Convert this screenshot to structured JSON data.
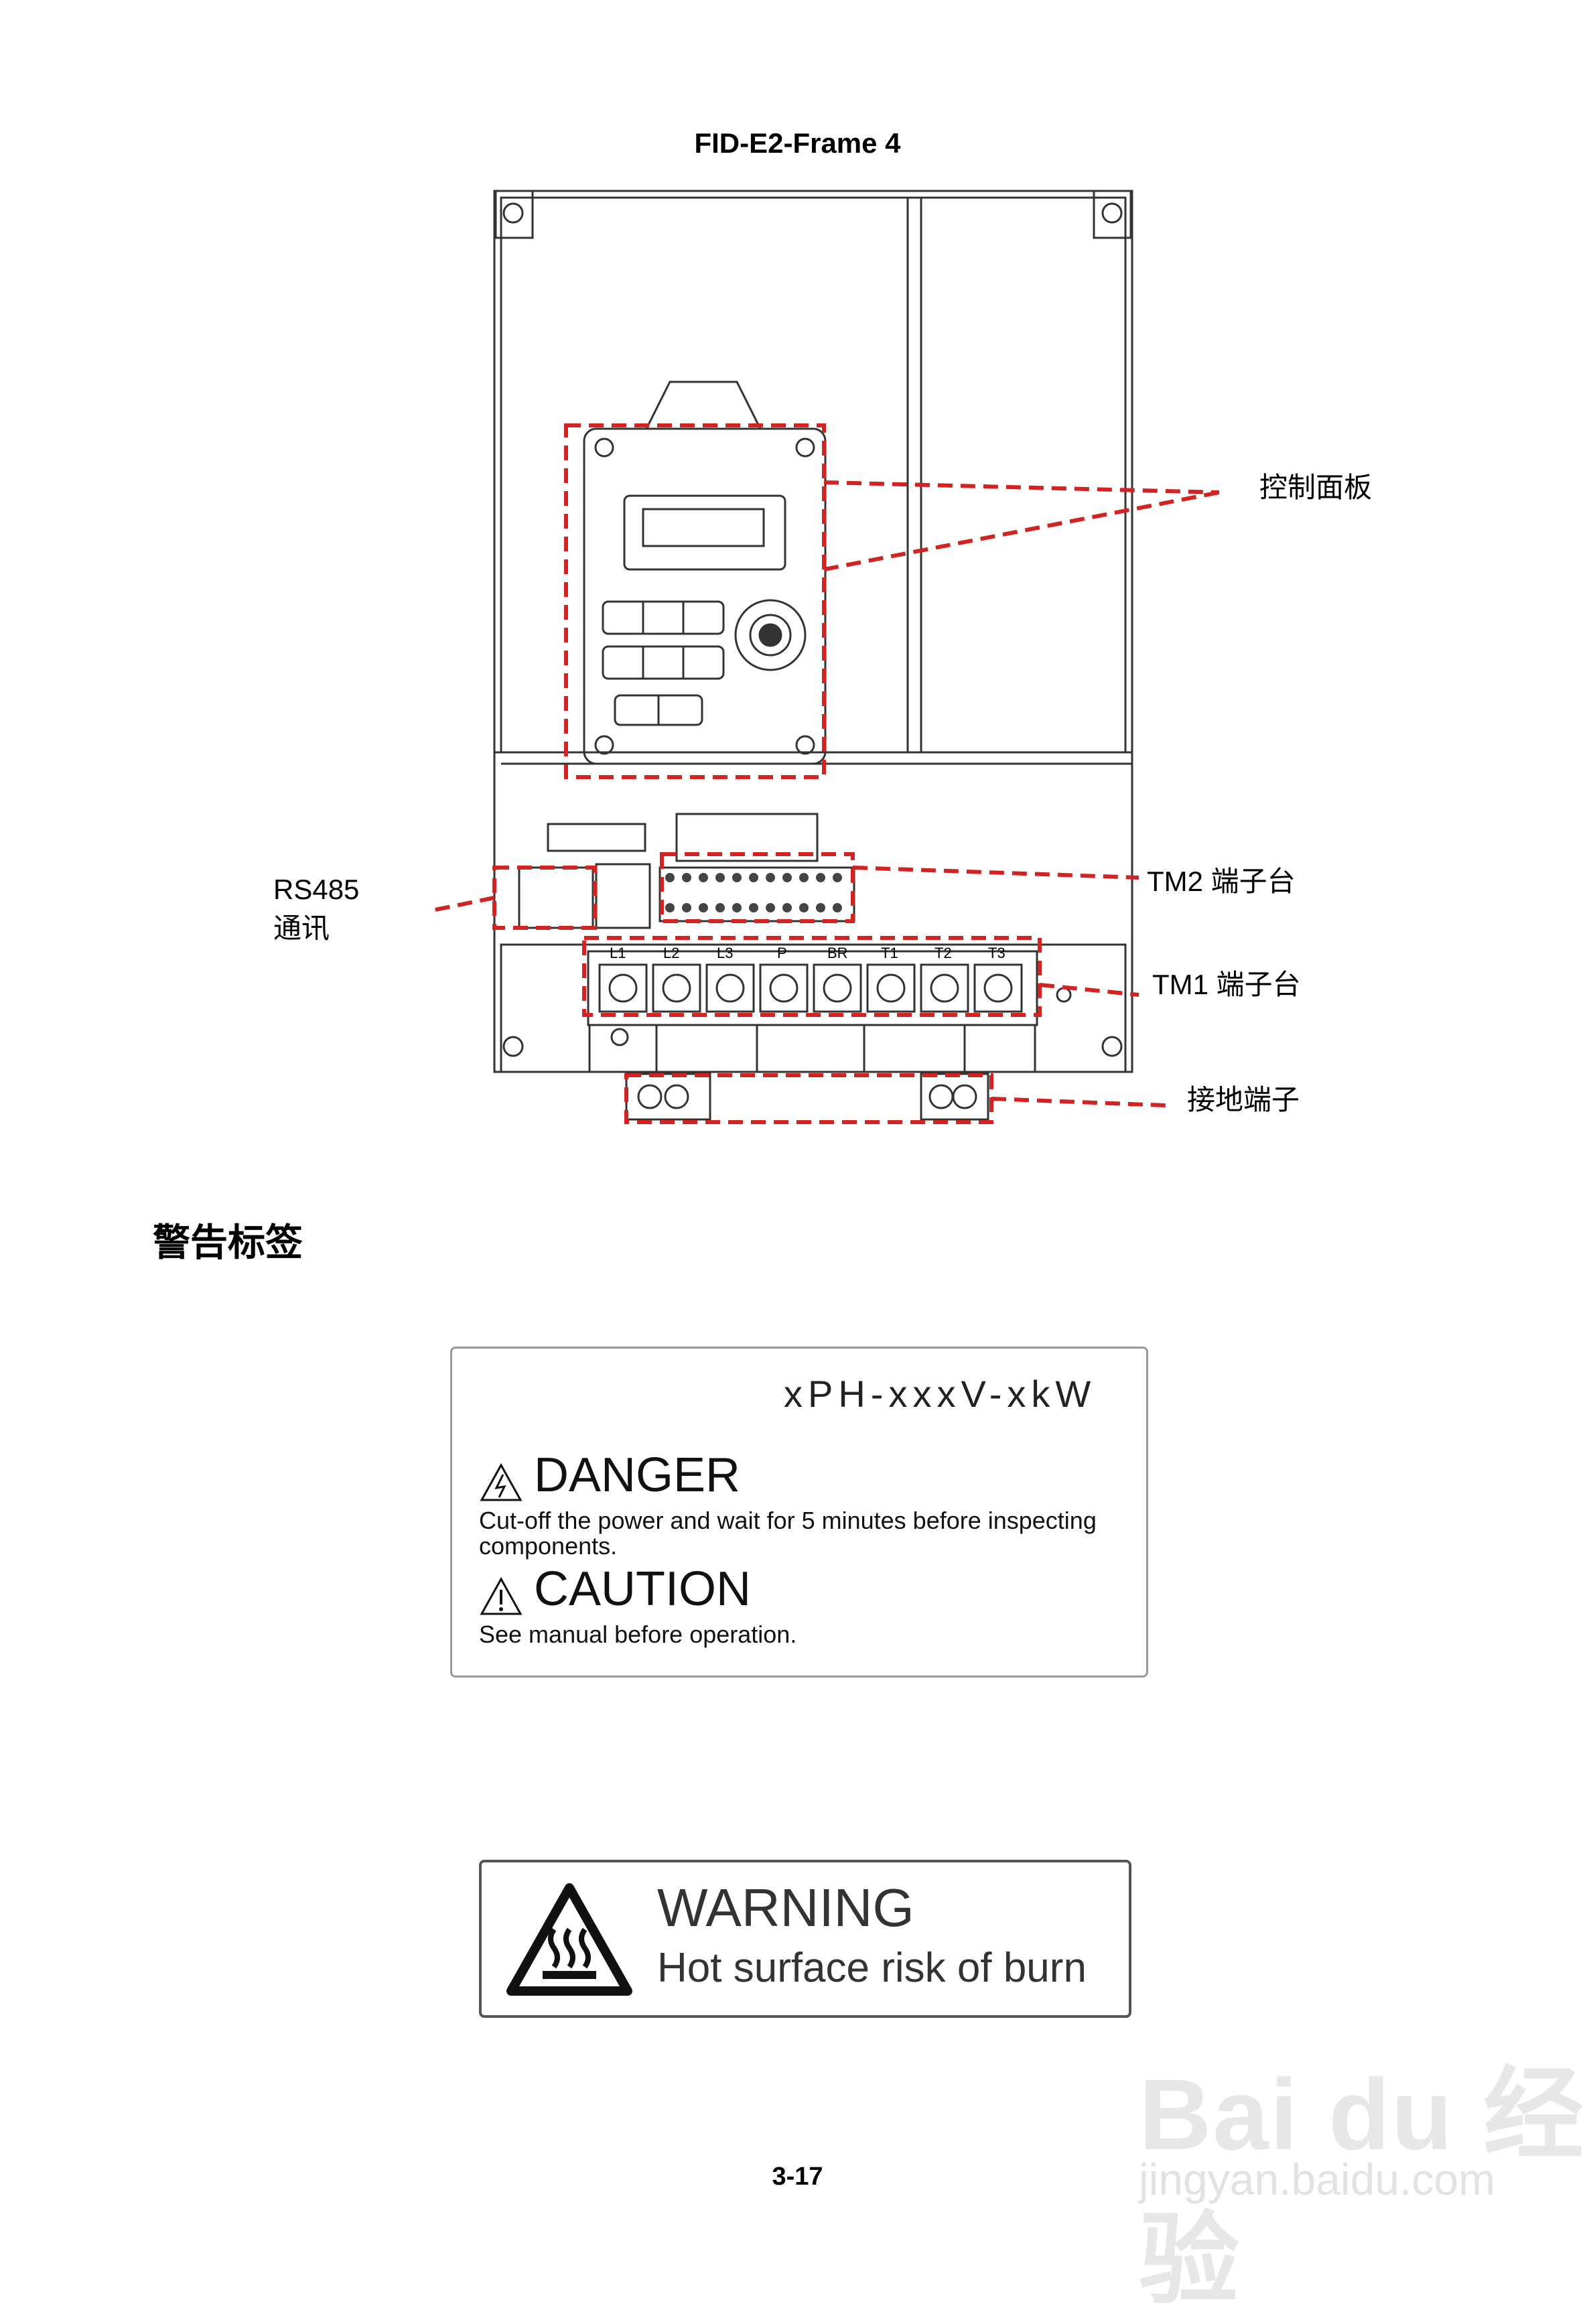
{
  "figure": {
    "title": "FID-E2-Frame 4",
    "callouts": {
      "control_panel": "控制面板",
      "rs485_line1": "RS485",
      "rs485_line2": "通讯",
      "tm2": "TM2 端子台",
      "tm1": "TM1 端子台",
      "ground": "接地端子"
    },
    "terminals": [
      "L1",
      "L2",
      "L3",
      "P",
      "BR",
      "T1",
      "T2",
      "T3"
    ]
  },
  "section_heading": "警告标签",
  "label1": {
    "model": "xPH-xxxV-xkW",
    "danger_title": "DANGER",
    "danger_text_line1": "Cut-off the power and wait for 5 minutes before inspecting",
    "danger_text_line2": "components.",
    "caution_title": "CAUTION",
    "caution_text": "See manual before operation."
  },
  "label2": {
    "title": "WARNING",
    "text": "Hot surface risk of burn"
  },
  "page_number": "3-17",
  "watermark": {
    "brand": "Bai du 经验",
    "url": "jingyan.baidu.com"
  },
  "colors": {
    "dashed": "#d22222",
    "line": "#333333"
  }
}
